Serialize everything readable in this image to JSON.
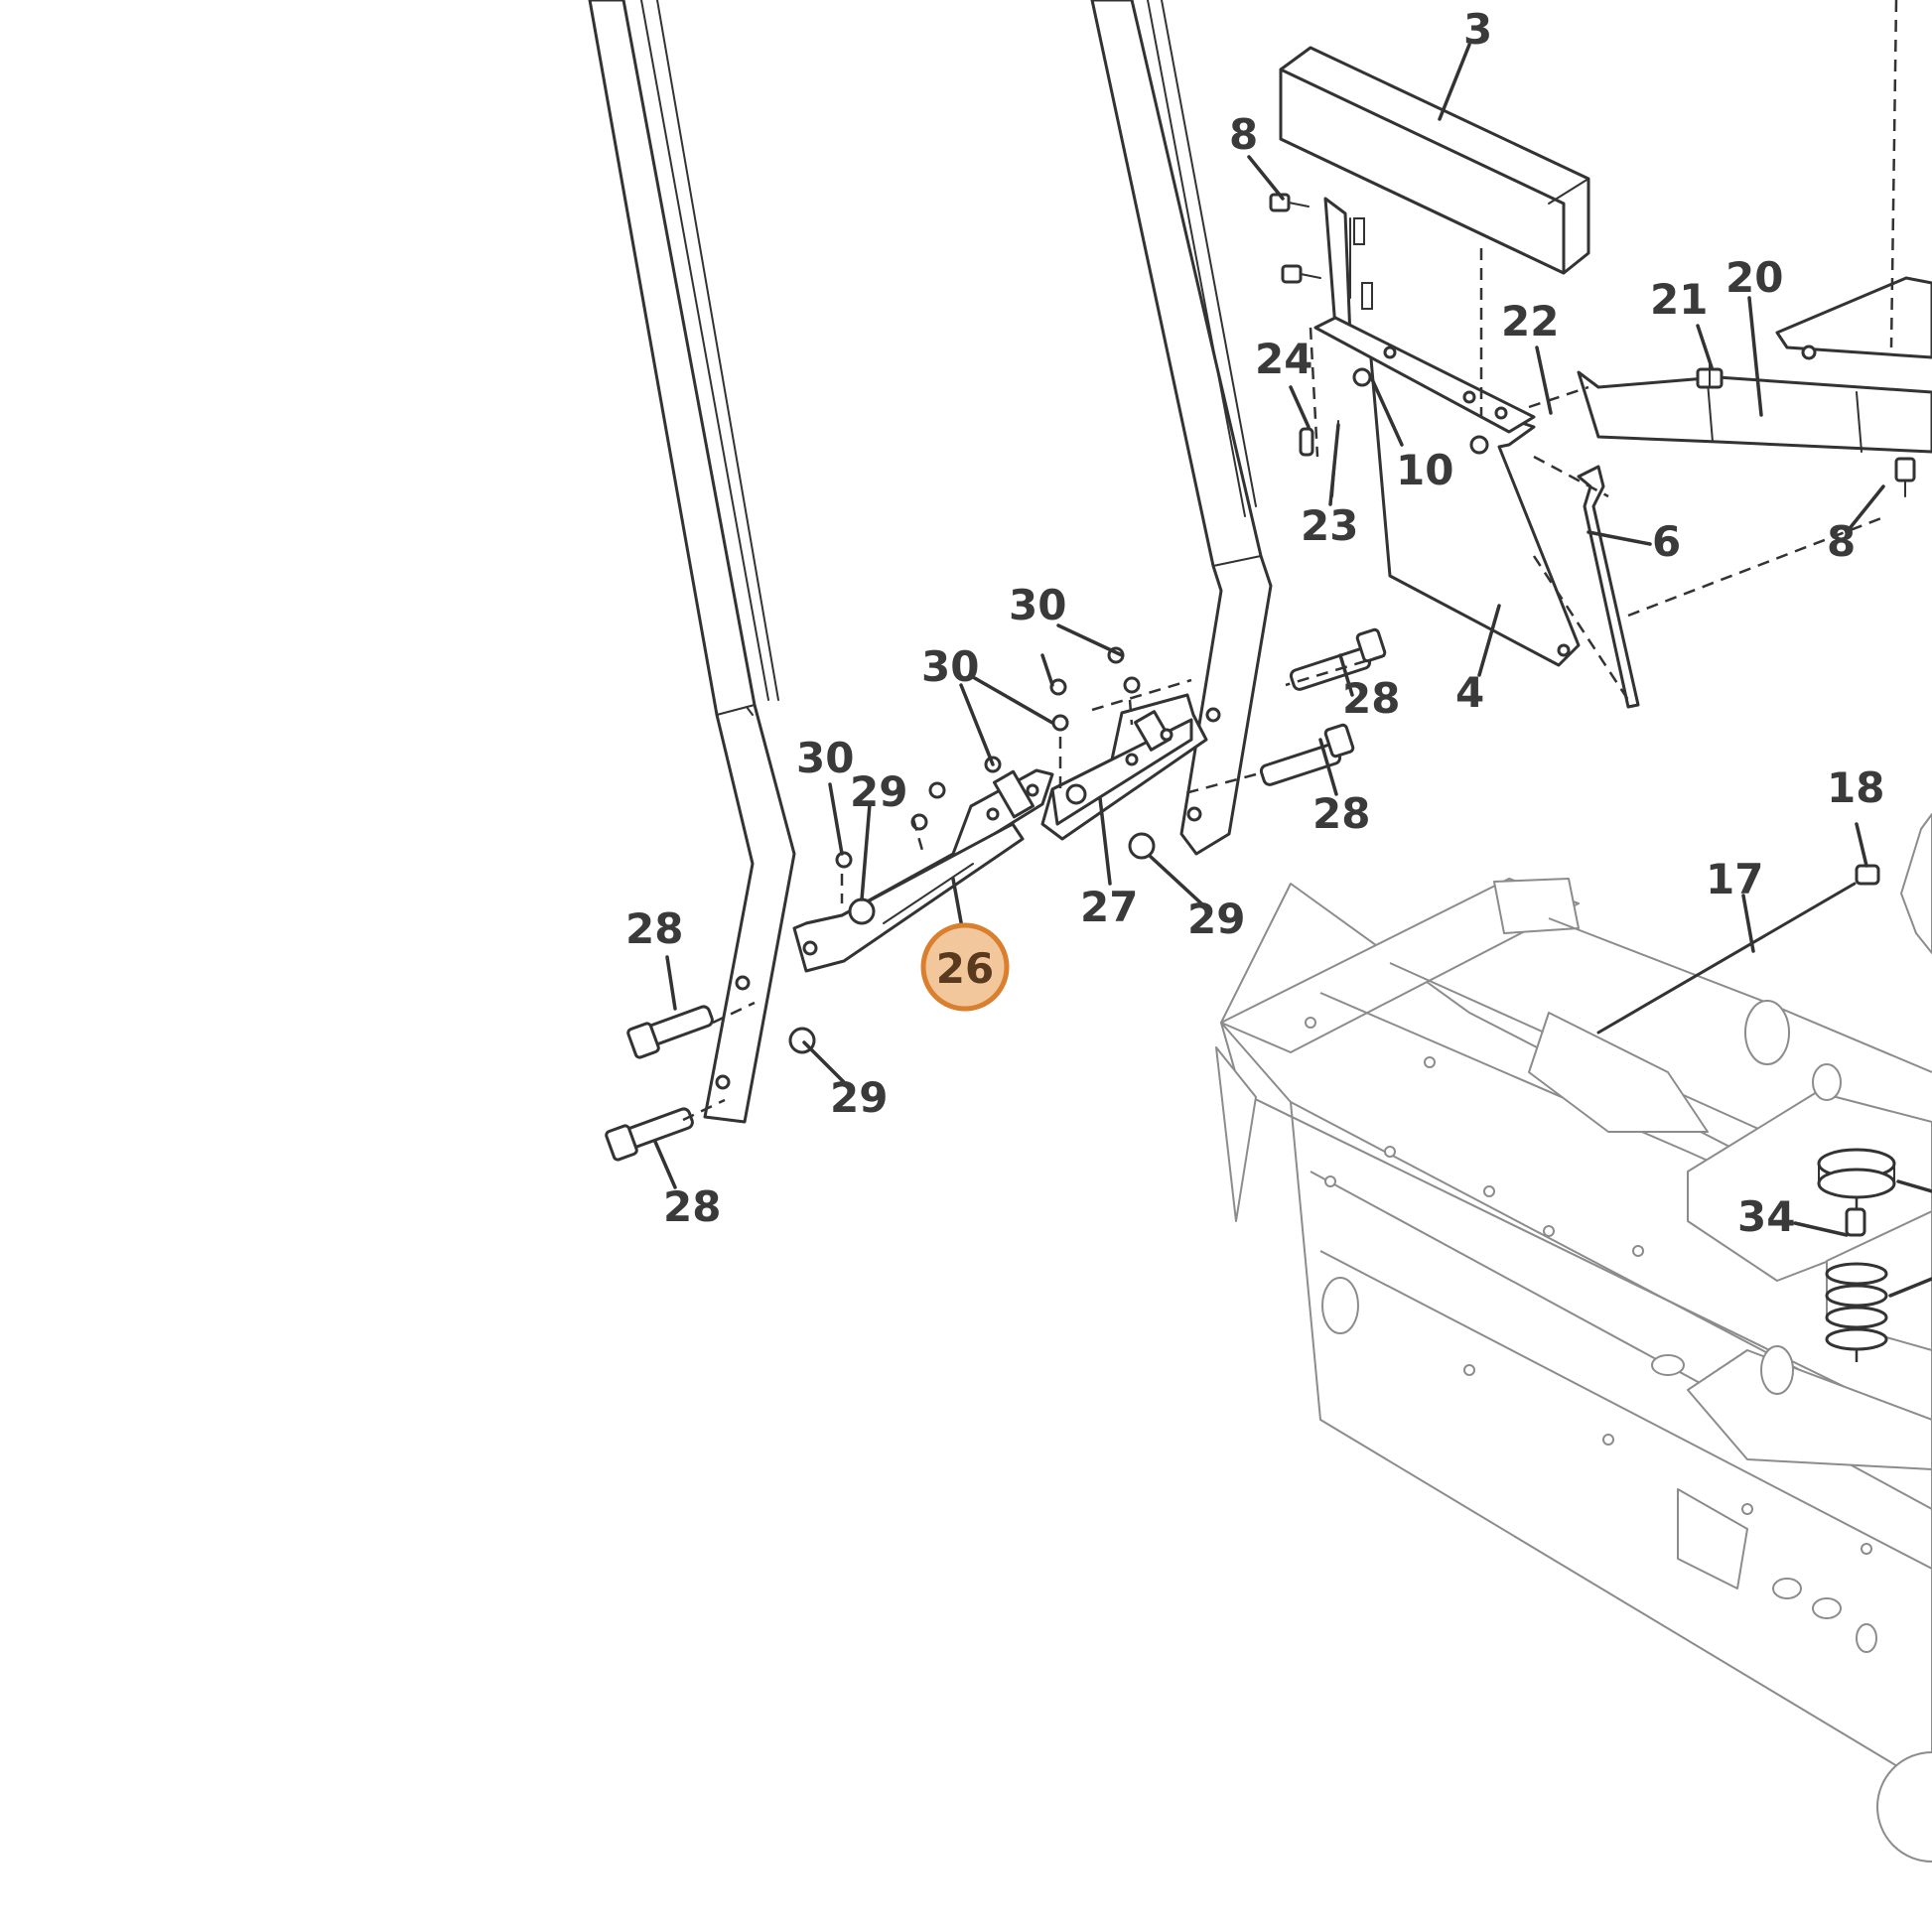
{
  "callouts": {
    "c3": "3",
    "c8a": "8",
    "c8b": "8",
    "c21": "21",
    "c20": "20",
    "c22": "22",
    "c24": "24",
    "c10": "10",
    "c23": "23",
    "c6": "6",
    "c4": "4",
    "c30a": "30",
    "c30b": "30",
    "c30c": "30",
    "c28a": "28",
    "c28b": "28",
    "c28c": "28",
    "c28d": "28",
    "c29a": "29",
    "c29b": "29",
    "c29c": "29",
    "c27": "27",
    "c26": "26",
    "c18": "18",
    "c17": "17",
    "c34": "34"
  },
  "highlight": {
    "label": "26",
    "fill": "#f2c79b",
    "stroke": "#d97f2e",
    "text_color": "#5a3a1e"
  }
}
